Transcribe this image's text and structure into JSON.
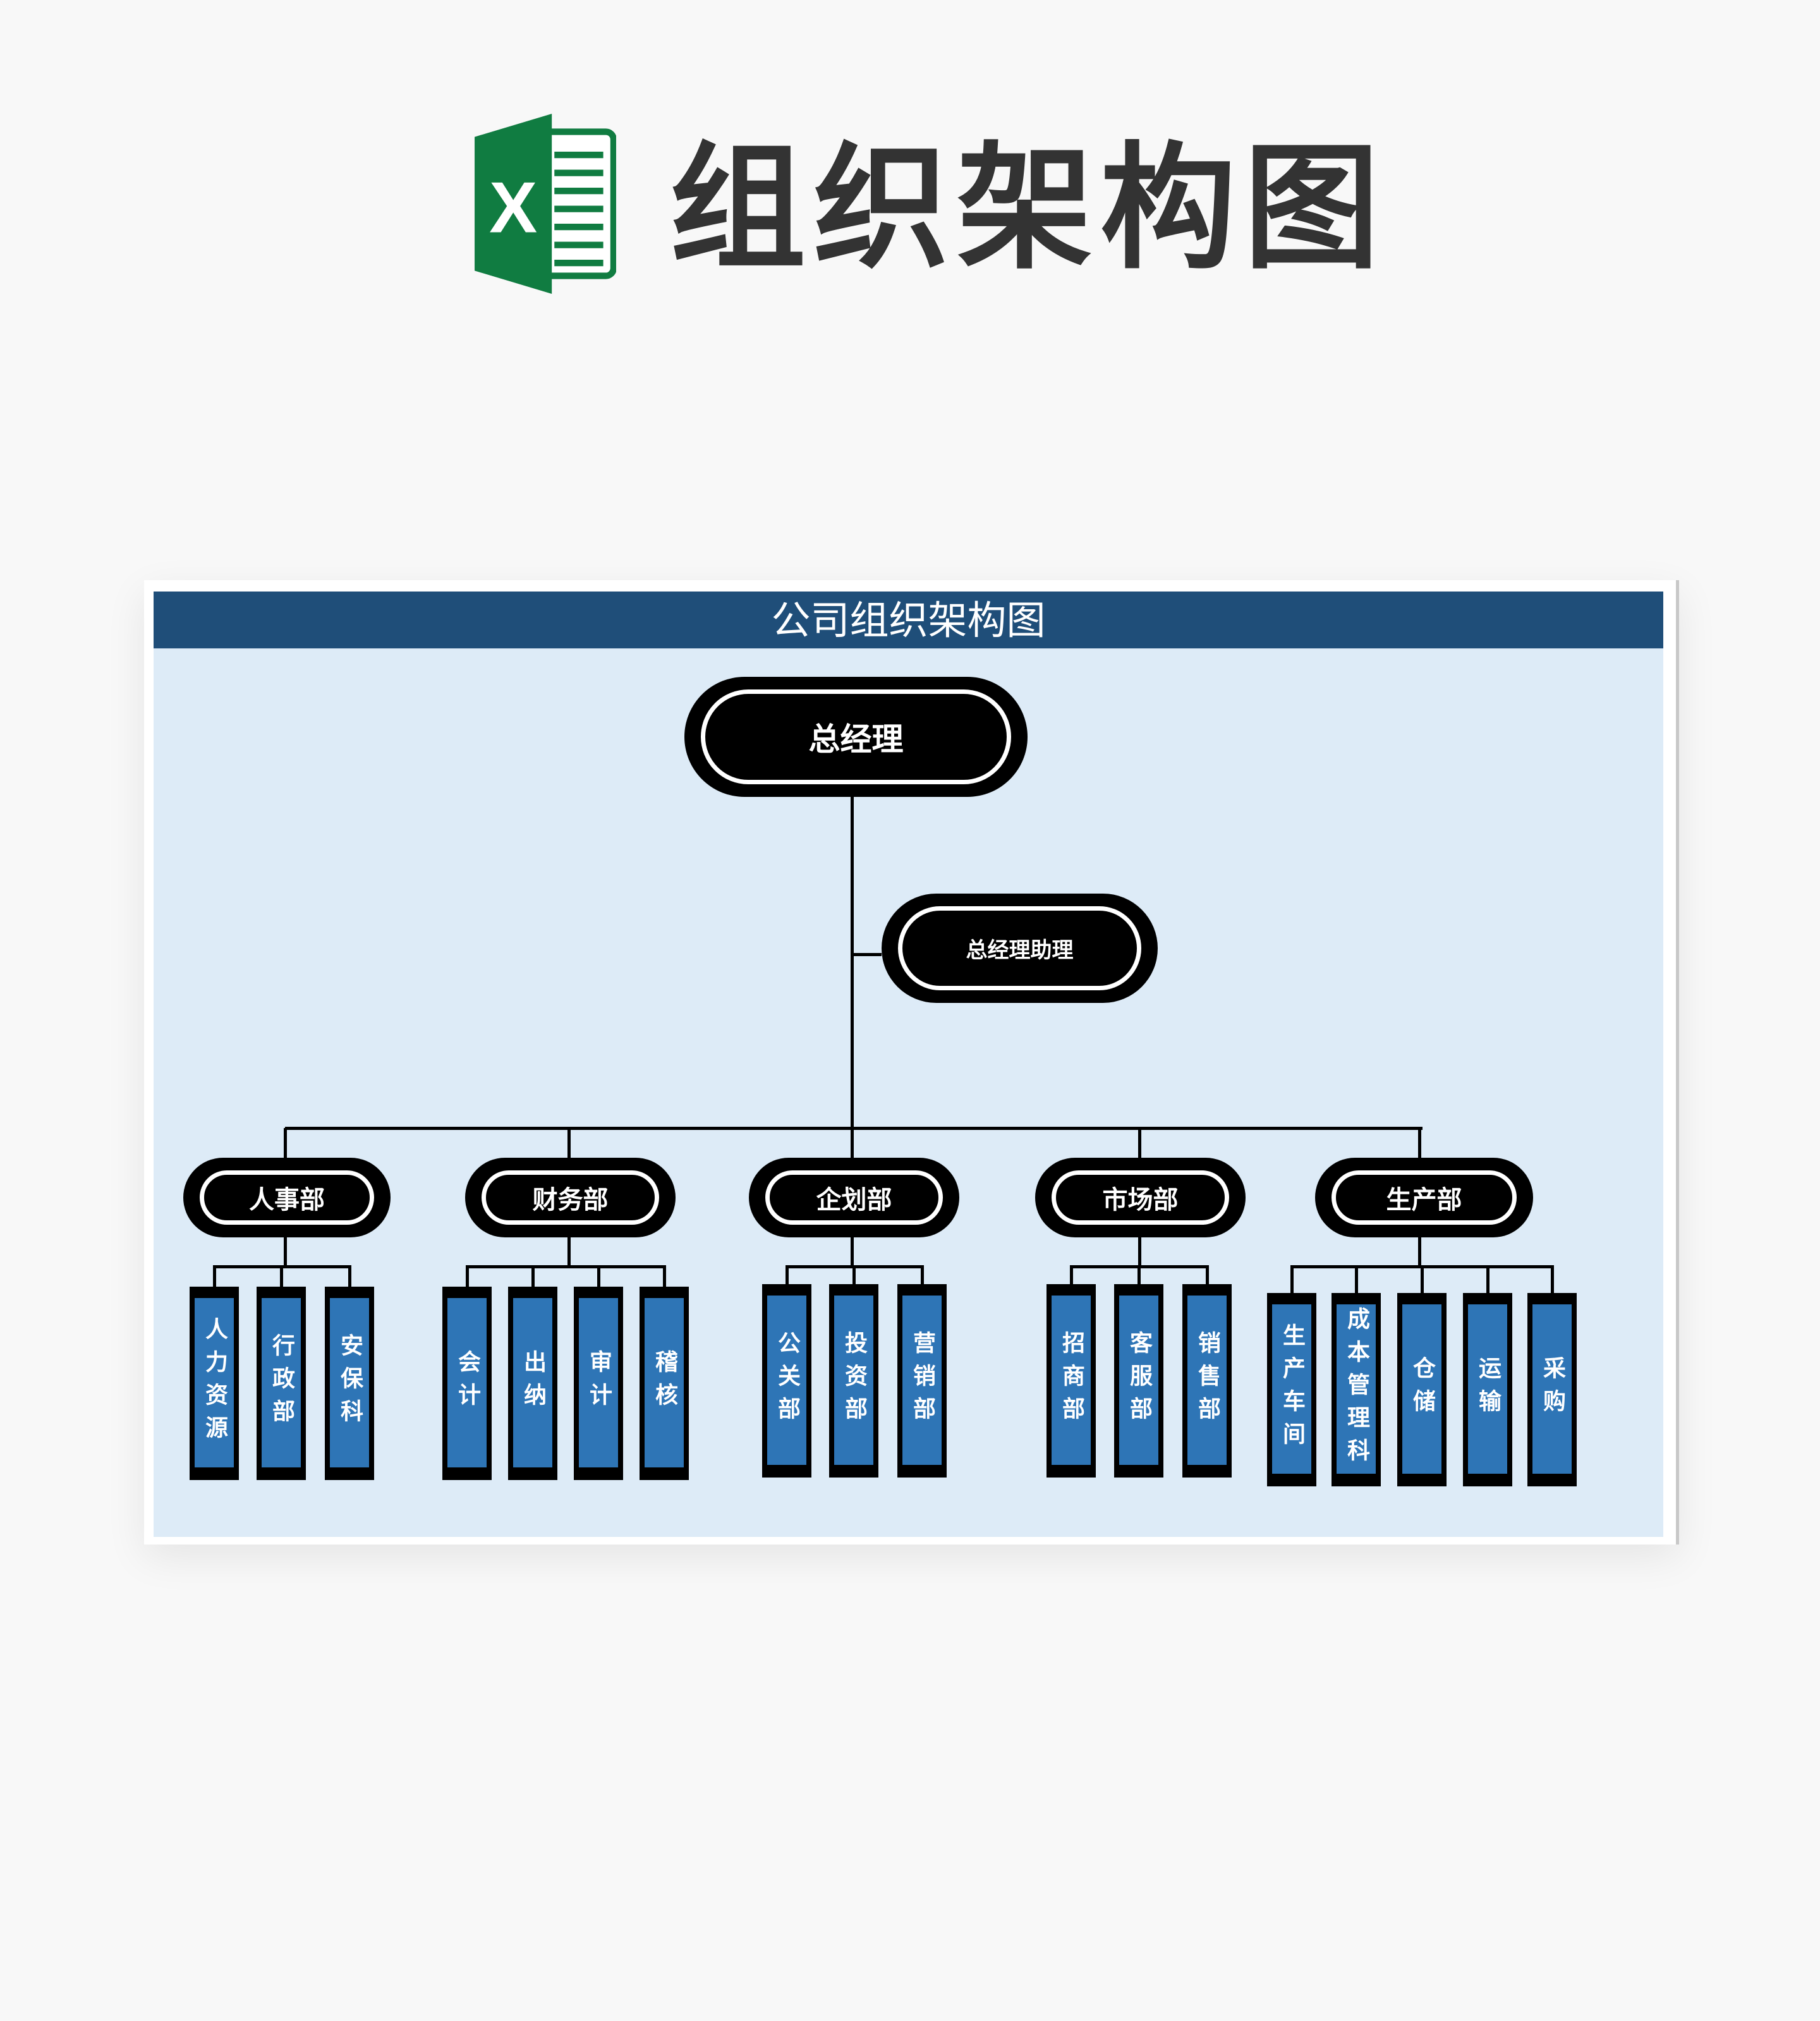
{
  "page_title": "组织架构图",
  "chart_title": "公司组织架构图",
  "colors": {
    "header": "#1f4e79",
    "area": "#ddebf7",
    "leaf": "#2e75b6",
    "excel_green": "#107c41"
  },
  "root": {
    "label": "总经理"
  },
  "assistant": {
    "label": "总经理助理"
  },
  "departments": [
    {
      "label": "人事部",
      "children": [
        "人力资源",
        "行政部",
        "安保科"
      ]
    },
    {
      "label": "财务部",
      "children": [
        "会计",
        "出纳",
        "审计",
        "稽核"
      ]
    },
    {
      "label": "企划部",
      "children": [
        "公关部",
        "投资部",
        "营销部"
      ]
    },
    {
      "label": "市场部",
      "children": [
        "招商部",
        "客服部",
        "销售部"
      ]
    },
    {
      "label": "生产部",
      "children": [
        "生产车间",
        "成本管理科",
        "仓储",
        "运输",
        "采购"
      ]
    }
  ]
}
